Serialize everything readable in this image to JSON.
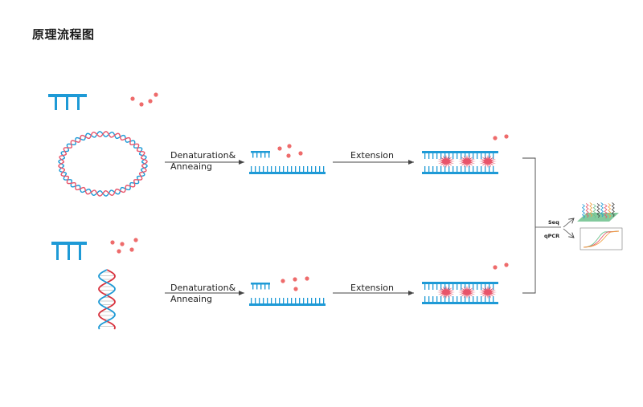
{
  "page": {
    "title": "原理流程图"
  },
  "steps": {
    "top": {
      "step1_line1": "Denaturation&",
      "step1_line2": "Anneaing",
      "step2": "Extension"
    },
    "bottom": {
      "step1_line1": "Denaturation&",
      "step1_line2": "Anneaing",
      "step2": "Extension"
    }
  },
  "outputs": {
    "seq": "Seq",
    "qpcr": "qPCR"
  },
  "colors": {
    "blue": "#1e9ad6",
    "pink": "#e8546a",
    "dots": "#ee6b6b",
    "dna_red": "#d8323e",
    "green": "#6cc18c",
    "arrow": "#444444"
  },
  "icons": [
    "primer-comb-icon",
    "nucleotide-dots-icon",
    "circular-dna-icon",
    "double-helix-icon",
    "sequencing-chip-icon",
    "amplification-curve-icon"
  ]
}
